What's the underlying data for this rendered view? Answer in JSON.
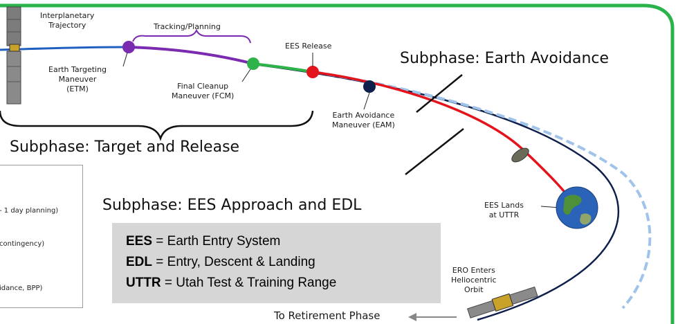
{
  "labels": {
    "interplanetary": [
      "Interplanetary",
      "Trajectory"
    ],
    "tracking": "Tracking/Planning",
    "ees_release": "EES Release",
    "etm": [
      "Earth Targeting",
      "Maneuver",
      "(ETM)"
    ],
    "fcm": [
      "Final Cleanup",
      "Maneuver (FCM)"
    ],
    "eam": [
      "Earth Avoidance",
      "Maneuver (EAM)"
    ],
    "ees_lands": [
      "EES Lands",
      "at UTTR"
    ],
    "ero_enters": [
      "ERO Enters",
      "Heliocentric",
      "Orbit"
    ],
    "to_retirement": "To Retirement Phase"
  },
  "subphases": {
    "earth_avoidance": "Subphase: Earth Avoidance",
    "target_release": "Subphase: Target and Release",
    "approach_edl": "Subphase: EES Approach and EDL"
  },
  "legend": [
    {
      "abbr": "EES",
      "text": " = Earth Entry System"
    },
    {
      "abbr": "EDL",
      "text": " = Entry, Descent & Landing"
    },
    {
      "abbr": "UTTR",
      "text": " = Utah Test & Training Range"
    }
  ],
  "side_box": [
    "- 1 day planning)",
    "contingency)",
    "idance, BPP)"
  ],
  "colors": {
    "trajectory_blue": "#1f5fbf",
    "purple": "#7a2bb0",
    "green": "#2db34a",
    "red": "#e3141c",
    "dashed": "#9fc3ea",
    "dark_orbit": "#0d1f4a",
    "frame_green": "#2ab34a",
    "legend_bg": "#d6d6d6"
  }
}
